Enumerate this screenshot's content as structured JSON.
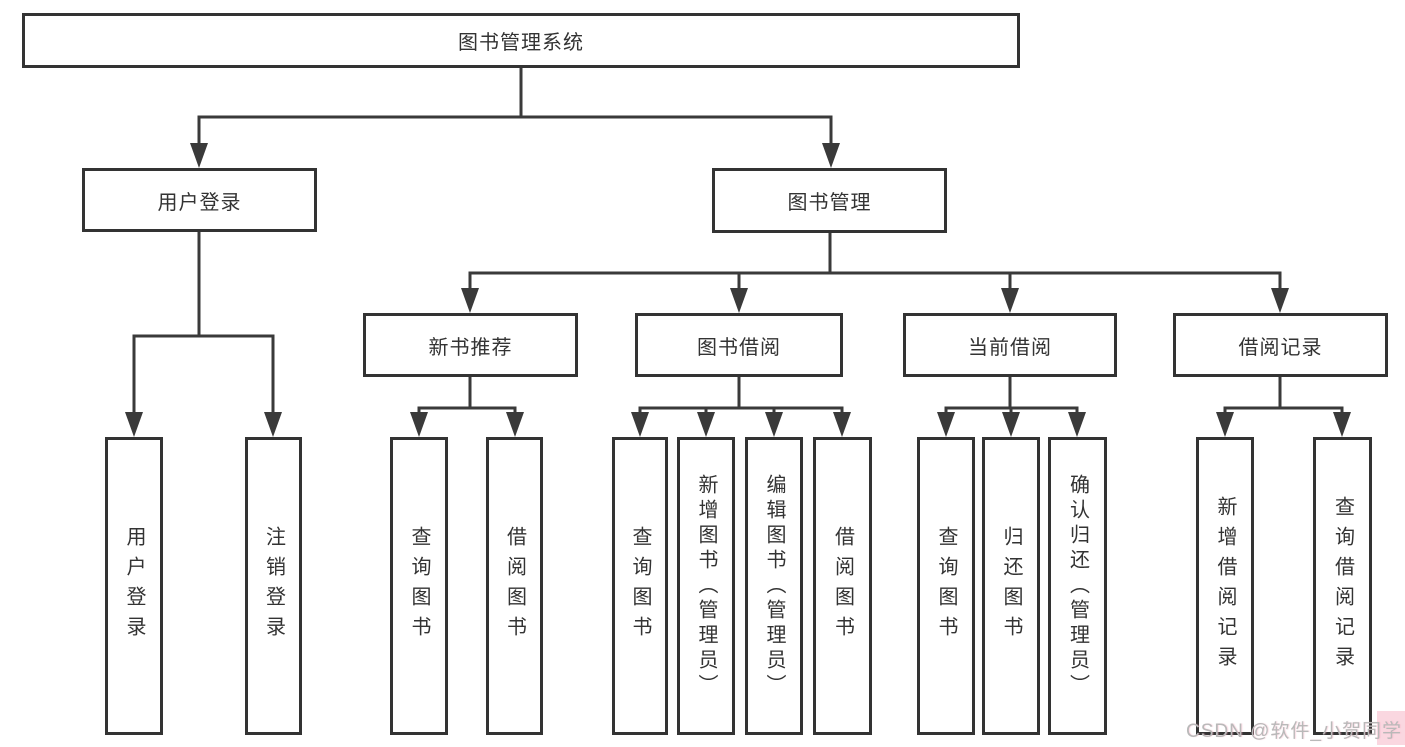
{
  "diagram": {
    "root": {
      "label": "图书管理系统"
    },
    "branches": [
      {
        "label": "用户登录",
        "children": [
          {
            "label": "用户登录"
          },
          {
            "label": "注销登录"
          }
        ]
      },
      {
        "label": "图书管理",
        "children": [
          {
            "label": "新书推荐",
            "children": [
              {
                "label": "查询图书"
              },
              {
                "label": "借阅图书"
              }
            ]
          },
          {
            "label": "图书借阅",
            "children": [
              {
                "label": "查询图书"
              },
              {
                "label": "新增图书（管理员）"
              },
              {
                "label": "编辑图书（管理员）"
              },
              {
                "label": "借阅图书"
              }
            ]
          },
          {
            "label": "当前借阅",
            "children": [
              {
                "label": "查询图书"
              },
              {
                "label": "归还图书"
              },
              {
                "label": "确认归还（管理员）"
              }
            ]
          },
          {
            "label": "借阅记录",
            "children": [
              {
                "label": "新增借阅记录"
              },
              {
                "label": "查询借阅记录"
              }
            ]
          }
        ]
      }
    ]
  },
  "watermark": {
    "text": "CSDN @软件_小贺同学"
  },
  "colors": {
    "line": "#3a3a3a",
    "box_border": "#333333",
    "text": "#333333",
    "background": "#ffffff",
    "watermark_text": "#b9b9b9",
    "watermark_accent": "#f6b6c6"
  }
}
